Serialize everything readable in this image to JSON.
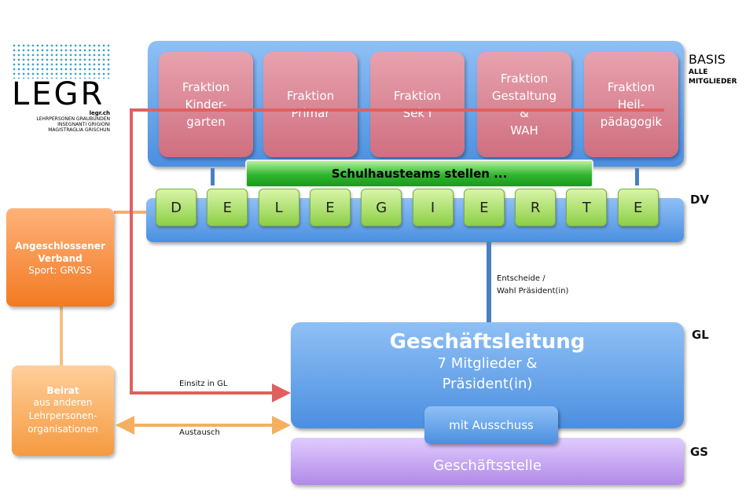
{
  "logo": {
    "name": "LEGR",
    "url": "legr.ch",
    "lines": [
      "LEHRPERSONEN GRAUBÜNDEN",
      "INSEGNANTI GRIGIONI",
      "MAGISTRAGLIA GRISCHUN"
    ]
  },
  "levels": {
    "basis": "BASIS",
    "basis_sub": "ALLE\nMITGLIEDER",
    "dv": "DV",
    "gl": "GL",
    "gs": "GS"
  },
  "fraktionen": [
    "Fraktion\nKinder-\ngarten",
    "Fraktion\nPrimar",
    "Fraktion\nSek I",
    "Fraktion\nGestaltung\n&\nWAH",
    "Fraktion\nHeil-\npädagogik"
  ],
  "schulhausteams": "Schulhausteams  stellen ...",
  "delegierte": [
    "D",
    "E",
    "L",
    "E",
    "G",
    "I",
    "E",
    "R",
    "T",
    "E"
  ],
  "entscheide": "Entscheide /\nWahl Präsident(in)",
  "gl": {
    "title": "Geschäftsleitung",
    "sub": "7 Mitglieder  &\nPräsident(in)",
    "ausschuss": "mit Ausschuss"
  },
  "gs": "Geschäftsstelle",
  "verband": {
    "title": "Angeschlossener\nVerband",
    "sub": "Sport: GRVSS"
  },
  "beirat": {
    "title": "Beirat",
    "sub": "aus anderen\nLehrpersonen-\norganisationen"
  },
  "arrows": {
    "einsitz": "Einsitz in GL",
    "austausch": "Austausch"
  }
}
